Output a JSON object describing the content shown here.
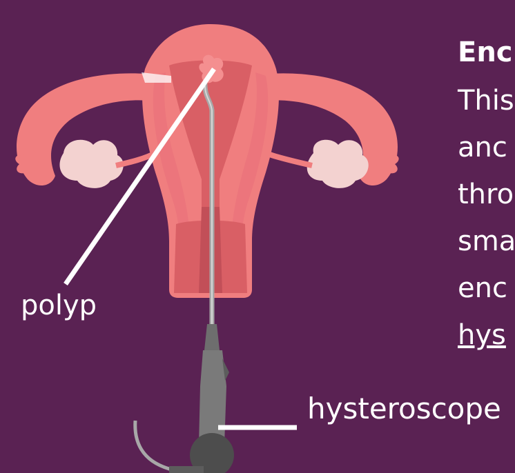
{
  "colors": {
    "background": "#5a2253",
    "uterus": "#f07e7f",
    "uterus_inner": "#d95f65",
    "ovary": "#f3d2d0",
    "scope": "#7a7a7a",
    "scope_dark": "#4d4d4d",
    "pointer_line": "#ffffff"
  },
  "labels": {
    "polyp": "polyp",
    "hysteroscope": "hysteroscope"
  },
  "text_panel": {
    "title": "Enc",
    "lines": [
      "This",
      "anc",
      "thro",
      "sma",
      "enc"
    ],
    "link": "hys"
  }
}
